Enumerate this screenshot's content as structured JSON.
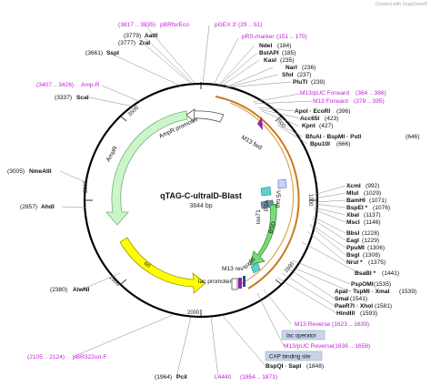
{
  "plasmid": {
    "name": "qTAG-C-ultraID-Blast",
    "length": "3844 bp"
  },
  "brand": "Created with SnapGene®",
  "ticks": [
    "500",
    "1000",
    "1500",
    "2000",
    "2500",
    "3000",
    "3500"
  ],
  "features": [
    {
      "name": "AmpR",
      "type": "resistance"
    },
    {
      "name": "AmpR promoter",
      "type": "promoter"
    },
    {
      "name": "ori",
      "type": "origin"
    },
    {
      "name": "M13 fwd",
      "type": "primer"
    },
    {
      "name": "lox71",
      "type": "site"
    },
    {
      "name": "P2A",
      "type": "cds"
    },
    {
      "name": "BSD",
      "type": "cds"
    },
    {
      "name": "V5 tag",
      "type": "tag"
    },
    {
      "name": "lox66",
      "type": "site"
    },
    {
      "name": "M13 rev",
      "type": "primer"
    },
    {
      "name": "lac promoter",
      "type": "promoter"
    }
  ],
  "boxes": [
    {
      "name": "lac operator"
    },
    {
      "name": "CAP binding site"
    }
  ],
  "labels": [
    {
      "text": "(3817 .. 3835)",
      "type": "feature"
    },
    {
      "text": "pBRforEco",
      "type": "feature"
    },
    {
      "text": "pGEX 3'",
      "type": "feature"
    },
    {
      "text": "(29 .. 51)",
      "type": "feature"
    },
    {
      "text": "(3779)",
      "type": "enzyme"
    },
    {
      "text": "AatII",
      "type": "enzyme-bold"
    },
    {
      "text": "(3777)",
      "type": "enzyme"
    },
    {
      "text": "ZraI",
      "type": "enzyme-bold"
    },
    {
      "text": "pRS-marker",
      "type": "feature"
    },
    {
      "text": "(151 .. 170)",
      "type": "feature"
    },
    {
      "text": "(3661)",
      "type": "enzyme"
    },
    {
      "text": "SspI",
      "type": "enzyme-bold"
    },
    {
      "text": "NdeI",
      "type": "enzyme-bold"
    },
    {
      "text": "(184)",
      "type": "enzyme"
    },
    {
      "text": "BstAPI",
      "type": "enzyme-bold"
    },
    {
      "text": "(185)",
      "type": "enzyme"
    },
    {
      "text": "KasI",
      "type": "enzyme-bold"
    },
    {
      "text": "(235)",
      "type": "enzyme"
    },
    {
      "text": "NarI",
      "type": "enzyme-bold"
    },
    {
      "text": "(236)",
      "type": "enzyme"
    },
    {
      "text": "(3407 .. 3426)",
      "type": "feature"
    },
    {
      "text": "Amp-R",
      "type": "feature"
    },
    {
      "text": "SfoI",
      "type": "enzyme-bold"
    },
    {
      "text": "(237)",
      "type": "enzyme"
    },
    {
      "text": "PluTI",
      "type": "enzyme-bold"
    },
    {
      "text": "(239)",
      "type": "enzyme"
    },
    {
      "text": "(3337)",
      "type": "enzyme"
    },
    {
      "text": "ScaI",
      "type": "enzyme-bold"
    },
    {
      "text": "M13/pUC Forward",
      "type": "feature"
    },
    {
      "text": "(364 .. 386)",
      "type": "feature"
    },
    {
      "text": "M13 Forward",
      "type": "feature"
    },
    {
      "text": "(378 .. 395)",
      "type": "feature"
    },
    {
      "text": "ApoI · EcoRI",
      "type": "enzyme-bold"
    },
    {
      "text": "(396)",
      "type": "enzyme"
    },
    {
      "text": "Acc65I",
      "type": "enzyme-bold"
    },
    {
      "text": "(423)",
      "type": "enzyme"
    },
    {
      "text": "KpnI",
      "type": "enzyme-bold"
    },
    {
      "text": "(427)",
      "type": "enzyme"
    },
    {
      "text": "BfuAI · BspMI · PstI",
      "type": "enzyme-bold"
    },
    {
      "text": "(646)",
      "type": "enzyme"
    },
    {
      "text": "Bpu10I",
      "type": "enzyme-bold"
    },
    {
      "text": "(666)",
      "type": "enzyme"
    },
    {
      "text": "(3005)",
      "type": "enzyme"
    },
    {
      "text": "NmeAIII",
      "type": "enzyme-bold"
    },
    {
      "text": "XcmI",
      "type": "enzyme-bold"
    },
    {
      "text": "(992)",
      "type": "enzyme"
    },
    {
      "text": "MluI",
      "type": "enzyme-bold"
    },
    {
      "text": "(1029)",
      "type": "enzyme"
    },
    {
      "text": "BamHI",
      "type": "enzyme-bold"
    },
    {
      "text": "(1071)",
      "type": "enzyme"
    },
    {
      "text": "(2857)",
      "type": "enzyme"
    },
    {
      "text": "AhdI",
      "type": "enzyme-bold"
    },
    {
      "text": "BspEI *",
      "type": "enzyme-bold"
    },
    {
      "text": "(1076)",
      "type": "enzyme"
    },
    {
      "text": "XbaI",
      "type": "enzyme-bold"
    },
    {
      "text": "(1137)",
      "type": "enzyme"
    },
    {
      "text": "MscI",
      "type": "enzyme-bold"
    },
    {
      "text": "(1146)",
      "type": "enzyme"
    },
    {
      "text": "BbsI",
      "type": "enzyme-bold"
    },
    {
      "text": "(1228)",
      "type": "enzyme"
    },
    {
      "text": "EagI",
      "type": "enzyme-bold"
    },
    {
      "text": "(1229)",
      "type": "enzyme"
    },
    {
      "text": "PpuMI",
      "type": "enzyme-bold"
    },
    {
      "text": "(1306)",
      "type": "enzyme"
    },
    {
      "text": "BsgI",
      "type": "enzyme-bold"
    },
    {
      "text": "(1308)",
      "type": "enzyme"
    },
    {
      "text": "NruI *",
      "type": "enzyme-bold"
    },
    {
      "text": "(1375)",
      "type": "enzyme"
    },
    {
      "text": "BsaBI *",
      "type": "enzyme-bold"
    },
    {
      "text": "(1441)",
      "type": "enzyme"
    },
    {
      "text": "(2380)",
      "type": "enzyme"
    },
    {
      "text": "AlwNI",
      "type": "enzyme-bold"
    },
    {
      "text": "PspOMI",
      "type": "enzyme-bold"
    },
    {
      "text": "(1535)",
      "type": "enzyme"
    },
    {
      "text": "ApaI · TspMI · XmaI",
      "type": "enzyme-bold"
    },
    {
      "text": "(1539)",
      "type": "enzyme"
    },
    {
      "text": "SmaI",
      "type": "enzyme-bold"
    },
    {
      "text": "(1541)",
      "type": "enzyme"
    },
    {
      "text": "PaeR7I · XhoI",
      "type": "enzyme-bold"
    },
    {
      "text": "(1581)",
      "type": "enzyme"
    },
    {
      "text": "HindIII",
      "type": "enzyme-bold"
    },
    {
      "text": "(1593)",
      "type": "enzyme"
    },
    {
      "text": "M13 Reverse",
      "type": "feature"
    },
    {
      "text": "(1623 .. 1639)",
      "type": "feature"
    },
    {
      "text": "M13/pUC Reverse",
      "type": "feature"
    },
    {
      "text": "(1636 .. 1658)",
      "type": "feature"
    },
    {
      "text": "(2105 .. 2124)",
      "type": "feature"
    },
    {
      "text": "pBR322ori-F",
      "type": "feature"
    },
    {
      "text": "BspQI · SapI",
      "type": "enzyme-bold"
    },
    {
      "text": "(1848)",
      "type": "enzyme"
    },
    {
      "text": "(1964)",
      "type": "enzyme"
    },
    {
      "text": "PciI",
      "type": "enzyme-bold"
    },
    {
      "text": "L4440",
      "type": "feature"
    },
    {
      "text": "(1854 .. 1871)",
      "type": "feature"
    }
  ],
  "colors": {
    "backbone": "#000000",
    "amp": "#ccf5cc",
    "ori": "#ffff00",
    "bsd": "#77dd77",
    "p2a": "#6b8fa3",
    "lox": "#5ccfcf",
    "orange_arc": "#c97a1e",
    "m13fwd": "#8e24aa",
    "feature_text": "#c21fd6"
  }
}
